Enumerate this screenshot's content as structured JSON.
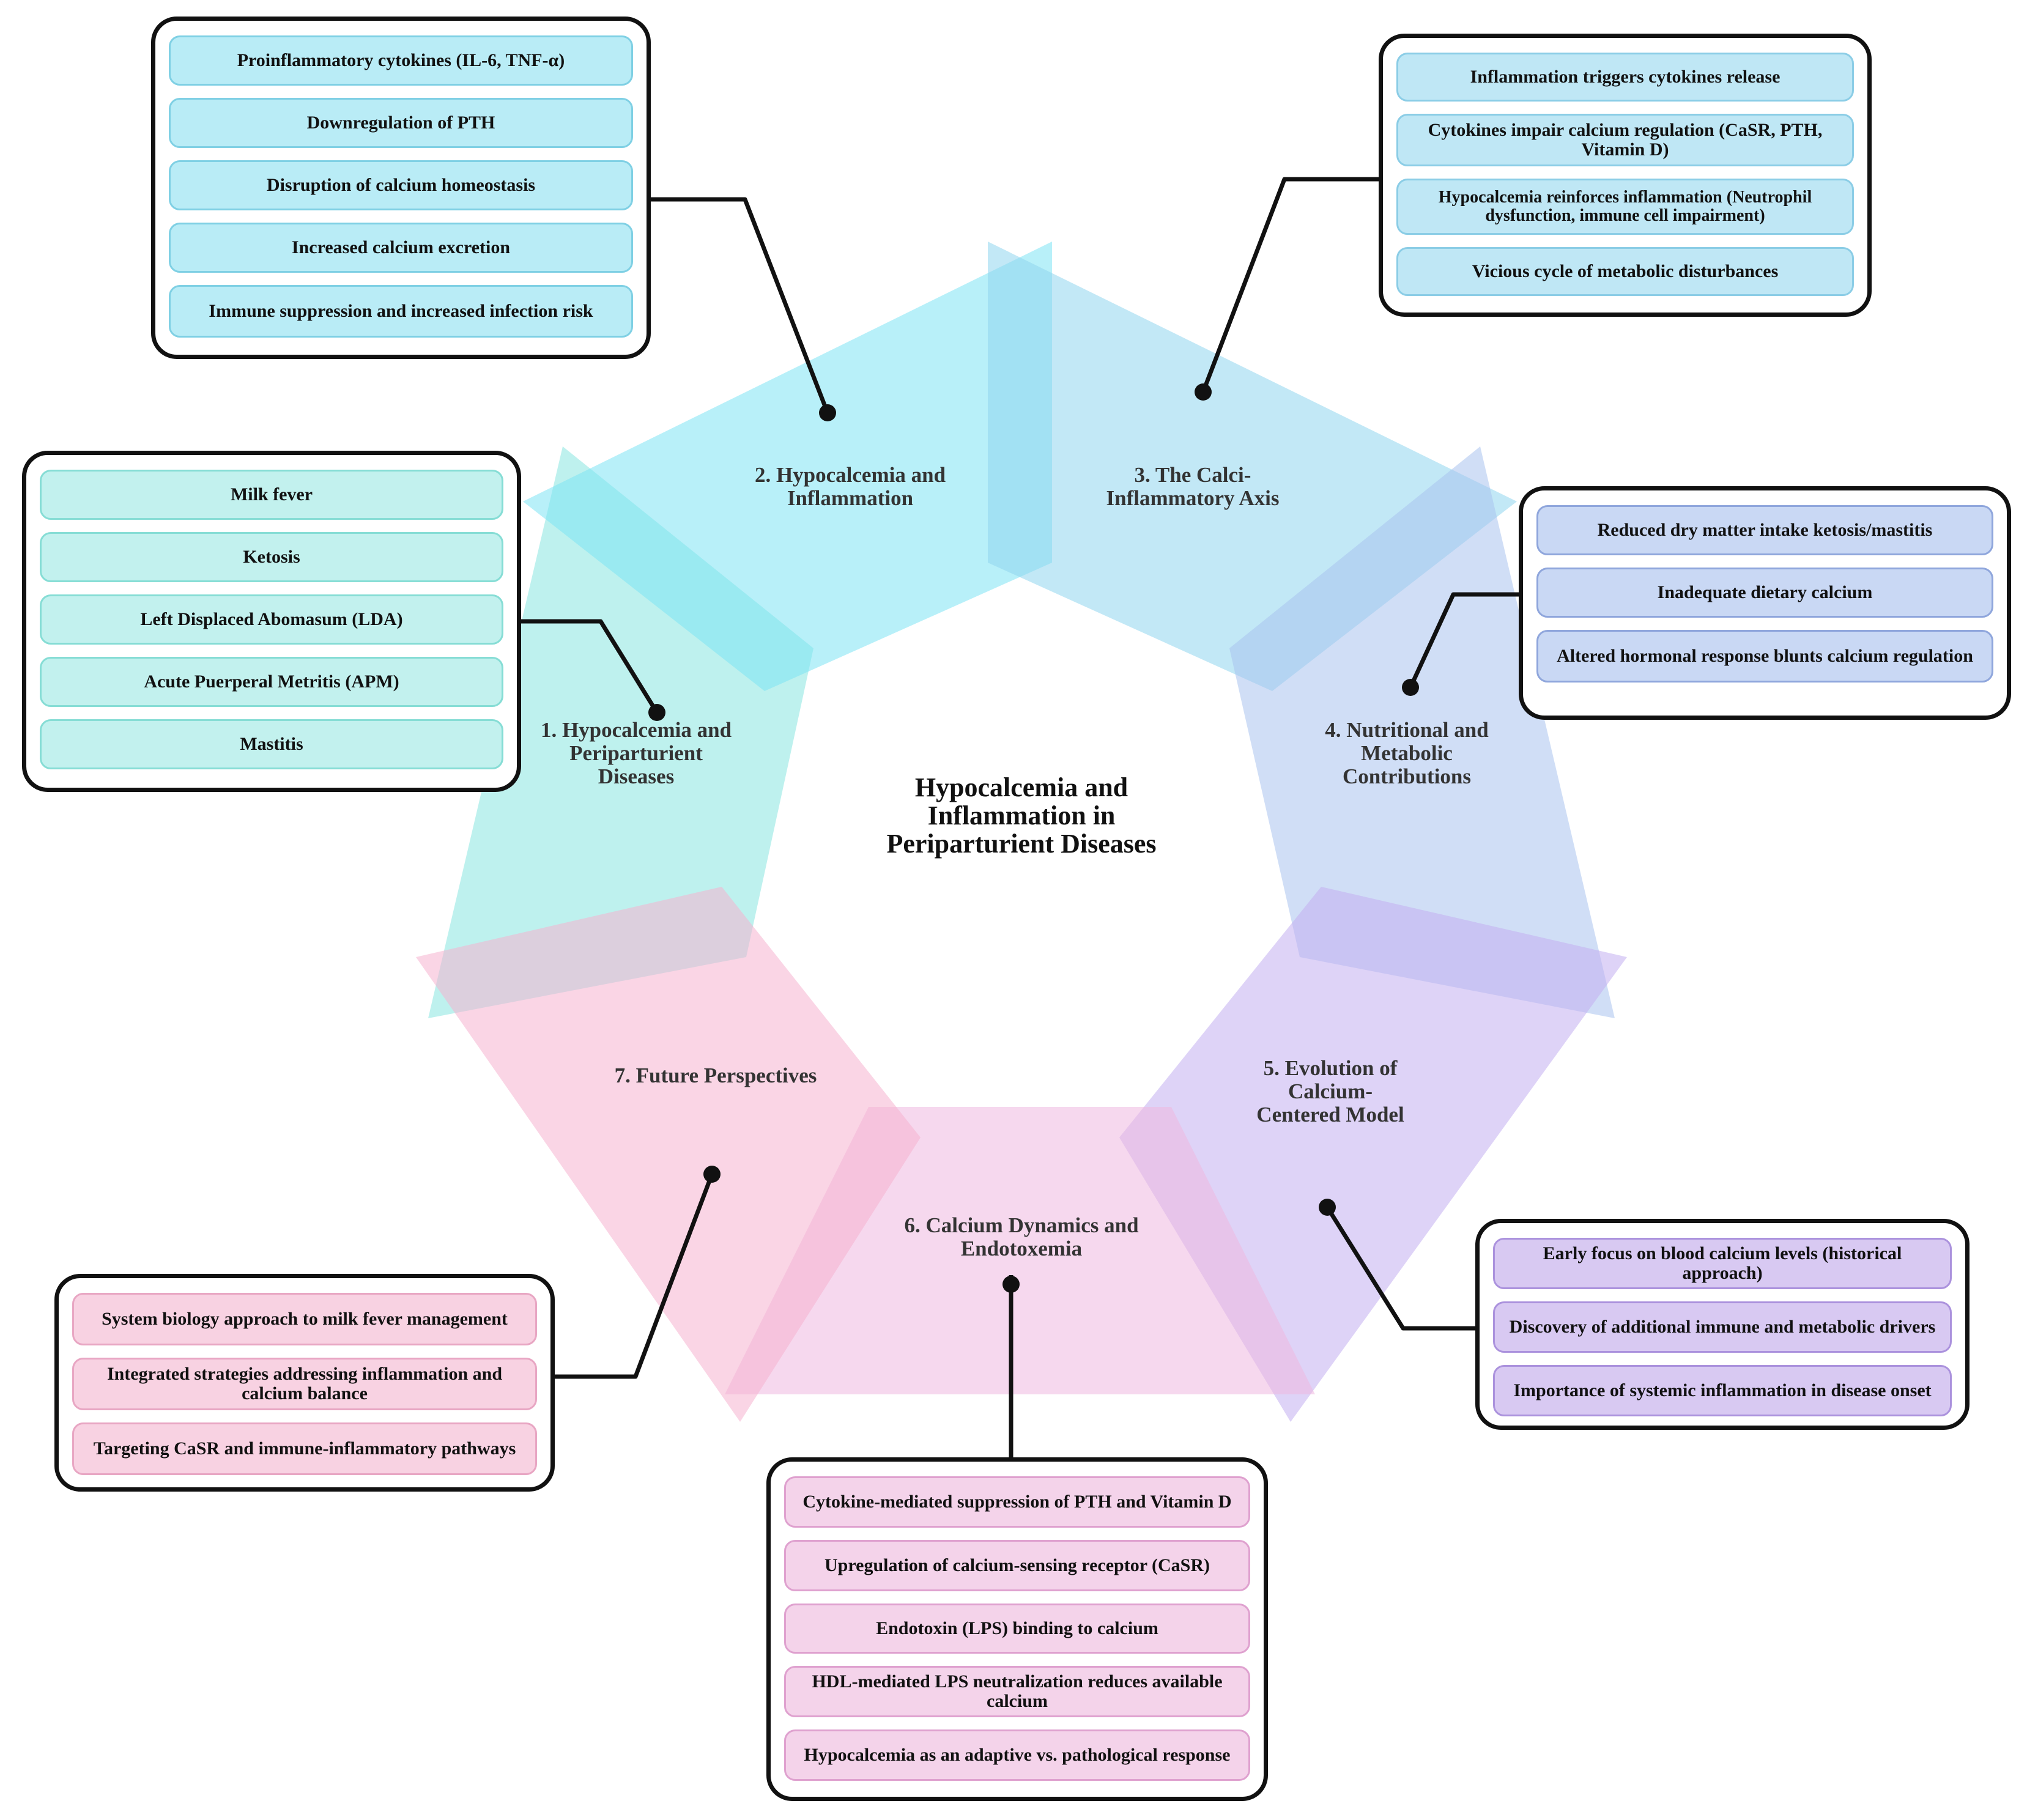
{
  "title": "Hypocalcemia and\nInflammation in\nPeriparturient Diseases",
  "segments": [
    {
      "label": "1.  Hypocalcemia and\nPeriparturient\nDiseases",
      "color": "#88e6e0",
      "items": [
        "Milk fever",
        "Ketosis",
        "Left Displaced Abomasum (LDA)",
        "Acute Puerperal Metritis (APM)",
        "Mastitis"
      ]
    },
    {
      "label": "2. Hypocalcemia and\nInflammation",
      "color": "#7ee3f4",
      "items": [
        "Proinflammatory cytokines (IL-6, TNF-α)",
        "Downregulation of PTH",
        "Disruption of calcium homeostasis",
        "Increased calcium excretion",
        "Immune suppression and increased infection risk"
      ]
    },
    {
      "label": "3. The Calci-\nInflammatory Axis",
      "color": "#8fd6ee",
      "items": [
        "Inflammation triggers cytokines release",
        "Cytokines impair calcium regulation (CaSR, PTH, Vitamin D)",
        "Hypocalcemia reinforces inflammation (Neutrophil dysfunction, immune cell impairment)",
        "Vicious cycle of metabolic disturbances"
      ]
    },
    {
      "label": "4. Nutritional and\nMetabolic\nContributions",
      "color": "#a9c2ef",
      "items": [
        "Reduced dry matter intake ketosis/mastitis",
        "Inadequate dietary calcium",
        "Altered hormonal response blunts calcium regulation"
      ]
    },
    {
      "label": "5. Evolution of\nCalcium-\nCentered Model",
      "color": "#c2aef0",
      "items": [
        "Early focus on blood calcium levels (historical approach)",
        "Discovery of additional immune and metabolic drivers",
        "Importance of systemic inflammation in disease onset"
      ]
    },
    {
      "label": "6. Calcium Dynamics and\nEndotoxemia",
      "color": "#efb8e0",
      "items": [
        "Cytokine-mediated suppression of PTH and Vitamin D",
        "Upregulation of calcium-sensing receptor (CaSR)",
        "Endotoxin (LPS) binding to calcium",
        "HDL-mediated LPS neutralization reduces available calcium",
        "Hypocalcemia as an adaptive vs. pathological response"
      ]
    },
    {
      "label": "7. Future Perspectives",
      "color": "#f5b3cf",
      "items": [
        "System biology approach to milk fever management",
        "Integrated strategies addressing inflammation and calcium balance",
        "Targeting CaSR and immune-inflammatory pathways"
      ]
    }
  ]
}
